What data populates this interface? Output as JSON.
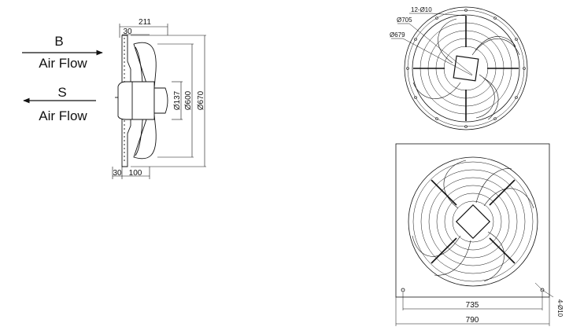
{
  "airflow": {
    "b_letter": "B",
    "b_text": "Air Flow",
    "s_letter": "S",
    "s_text": "Air Flow"
  },
  "side_view": {
    "depth_total": "211",
    "flange_top": "30",
    "flange_bottom": "30",
    "motor_depth": "100",
    "hub_diameter": "Ø137",
    "blade_diameter": "Ø600",
    "overall_diameter": "Ø670"
  },
  "front_view": {
    "holes": "12-Ø10",
    "bolt_circle": "Ø705",
    "inner_diameter": "Ø679"
  },
  "plate_view": {
    "hole_spacing": "735",
    "plate_width": "790",
    "corner_holes": "4-Ø10"
  }
}
